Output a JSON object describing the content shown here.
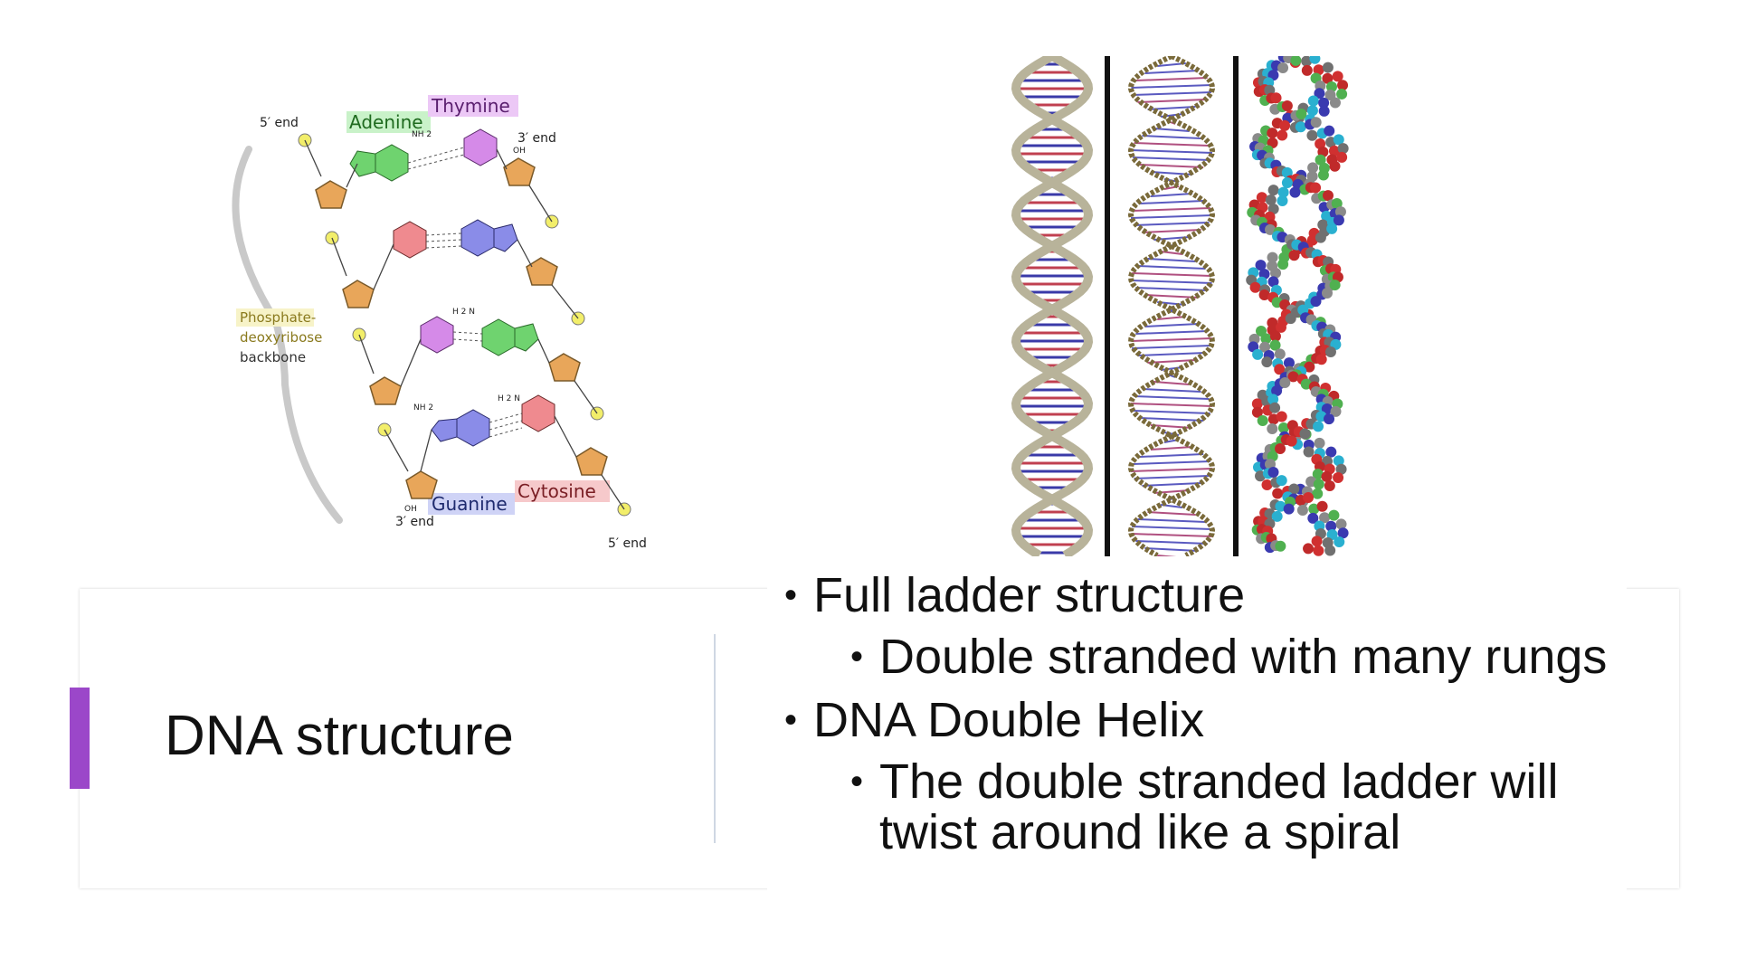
{
  "slide": {
    "title": "DNA structure",
    "bullets": [
      {
        "level": 1,
        "text": "Full ladder structure"
      },
      {
        "level": 2,
        "text": "Double stranded with many rungs"
      },
      {
        "level": 1,
        "text": "DNA Double Helix"
      },
      {
        "level": 2,
        "text": "The double stranded ladder will twist around like a spiral"
      }
    ],
    "bullet_glyph": "•"
  },
  "diagram": {
    "labels": {
      "adenine": "Adenine",
      "thymine": "Thymine",
      "guanine": "Guanine",
      "cytosine": "Cytosine",
      "five_end_top": "5′ end",
      "three_end_top": "3′ end",
      "three_end_bottom": "3′ end",
      "five_end_bottom": "5′ end",
      "backbone_1": "Phosphate-",
      "backbone_2": "deoxyribose",
      "backbone_3": "backbone",
      "nh2_a": "NH 2",
      "nh2_b": "NH 2",
      "h2n_a": "H 2 N",
      "h2n_b": "H 2 N",
      "oh_top": "OH",
      "oh_bottom": "OH"
    },
    "colors": {
      "adenine": "#6fd36f",
      "thymine": "#d58ae8",
      "guanine": "#8a8ce8",
      "cytosine": "#ef8a8f",
      "sugar": "#e8a65a",
      "phosphate": "#f2ee6a",
      "accent": "#9b47c9"
    }
  }
}
